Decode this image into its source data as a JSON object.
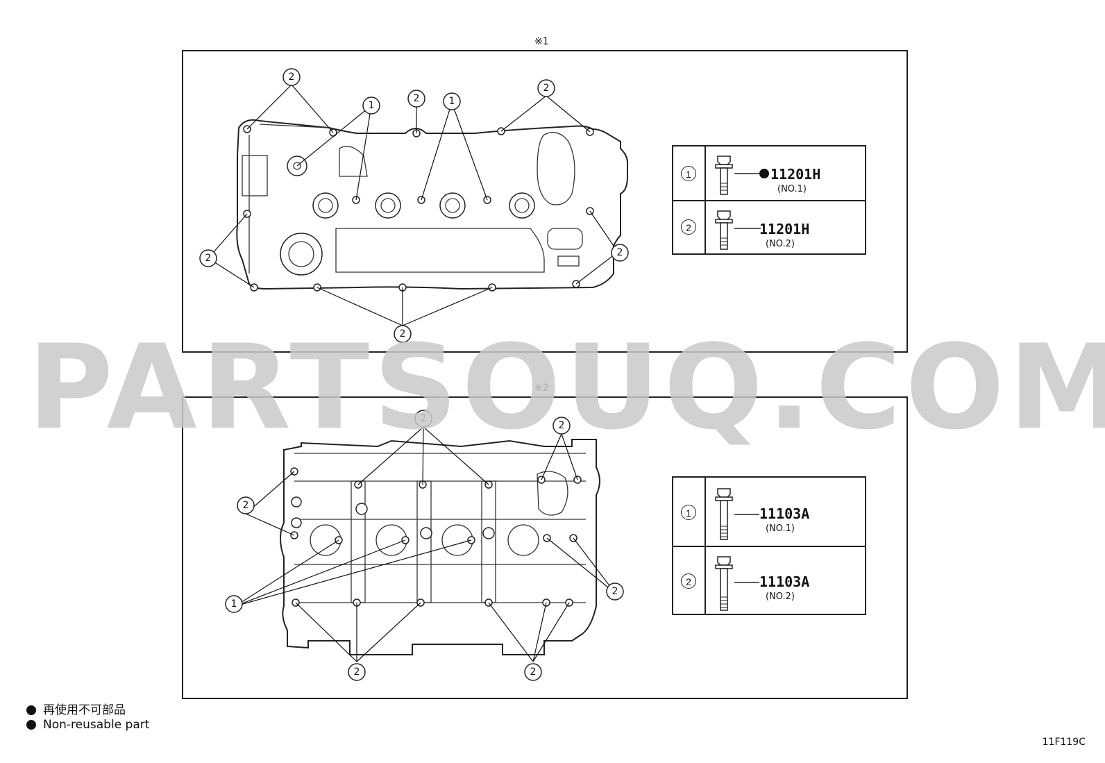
{
  "panel1": {
    "label": "※1",
    "legend": [
      {
        "key": "1",
        "part_no": "11201H",
        "sub": "(NO.1)",
        "non_reusable": true
      },
      {
        "key": "2",
        "part_no": "11201H",
        "sub": "(NO.2)",
        "non_reusable": false
      }
    ]
  },
  "panel2": {
    "label": "※2",
    "legend": [
      {
        "key": "1",
        "part_no": "11103A",
        "sub": "(NO.1)",
        "non_reusable": false
      },
      {
        "key": "2",
        "part_no": "11103A",
        "sub": "(NO.2)",
        "non_reusable": false
      }
    ]
  },
  "callout_labels": {
    "one": "1",
    "two": "2"
  },
  "watermark": "PARTSOUQ.COM",
  "footnotes": {
    "jp": "再使用不可部品",
    "en": "Non-reusable part"
  },
  "diagram_code": "11F119C"
}
